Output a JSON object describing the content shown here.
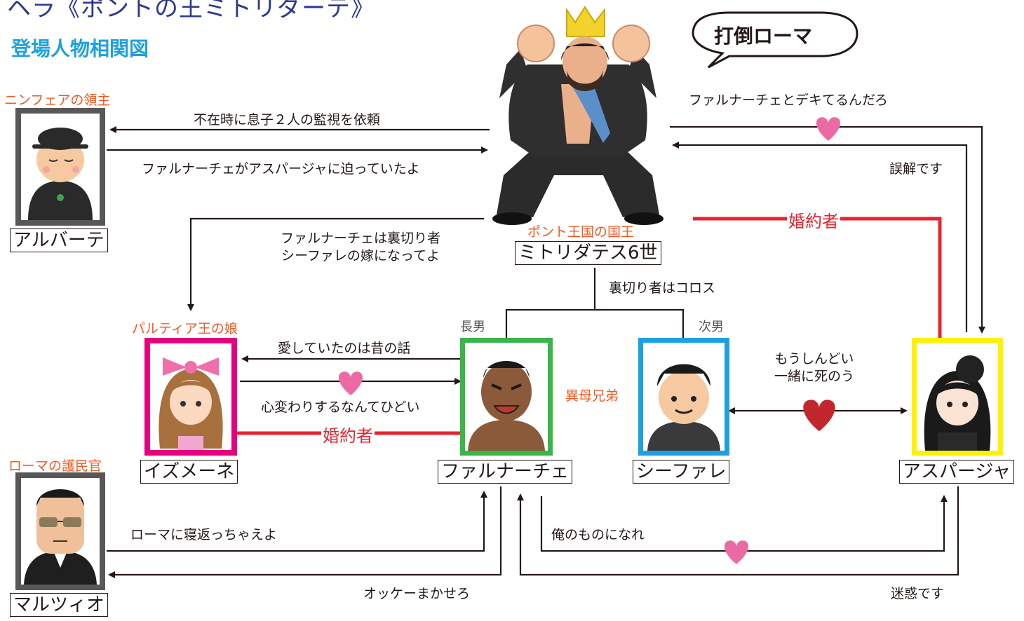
{
  "header": {
    "title": "ヘラ《ポントの王ミトリダーテ》",
    "subtitle": "登場人物相関図"
  },
  "speech_bubble": "打倒ローマ",
  "characters": {
    "mithridates": {
      "role": "ポント王国の国王",
      "name": "ミトリダテス6世"
    },
    "albarte": {
      "role": "ニンフェアの領主",
      "name": "アルバーテ"
    },
    "izumene": {
      "role": "パルティア王の娘",
      "name": "イズメーネ"
    },
    "farnace": {
      "role": "長男",
      "name": "ファルナーチェ"
    },
    "sifare": {
      "role": "次男",
      "name": "シーファレ"
    },
    "aspasia": {
      "name": "アスパージャ"
    },
    "marzio": {
      "role": "ローマの護民官",
      "name": "マルツィオ"
    }
  },
  "relations": {
    "to_albarte": "不在時に息子２人の監視を依頼",
    "from_albarte": "ファルナーチェがアスパージャに迫っていたよ",
    "king_to_izumene_line1": "ファルナーチェは裏切り者",
    "king_to_izumene_line2": "シーファレの嫁になってよ",
    "king_to_sons": "裏切り者はコロス",
    "king_suspects": "ファルナーチェとデキてるんだろ",
    "aspasia_reply": "誤解です",
    "fiance_label": "婚約者",
    "farnace_to_izumene": "愛していたのは昔の話",
    "izumene_to_farnace": "心変わりするなんてひどい",
    "half_brothers": "異母兄弟",
    "sifare_aspasia_line1": "もうしんどい",
    "sifare_aspasia_line2": "一緒に死のう",
    "marzio_to_farnace": "ローマに寝返っちゃえよ",
    "farnace_to_marzio": "オッケーまかせろ",
    "farnace_to_aspasia": "俺のものになれ",
    "aspasia_to_farnace": "迷惑です"
  },
  "colors": {
    "title": "#2b3990",
    "subtitle": "#1fa1de",
    "role_text": "#f15a24",
    "fiance_line": "#e8252e",
    "heart_pink": "#ec6aa4",
    "heart_red": "#c1272d",
    "frame_izumene": "#e4007f",
    "frame_farnace": "#39b54a",
    "frame_sifare": "#1ba1e2",
    "frame_aspasia": "#fff100",
    "frame_gray": "#595757"
  },
  "icons": [
    "king-icon",
    "lord-icon",
    "princess-icon",
    "farnace-icon",
    "sifare-icon",
    "aspasia-icon",
    "tribune-icon",
    "heart-icon"
  ]
}
